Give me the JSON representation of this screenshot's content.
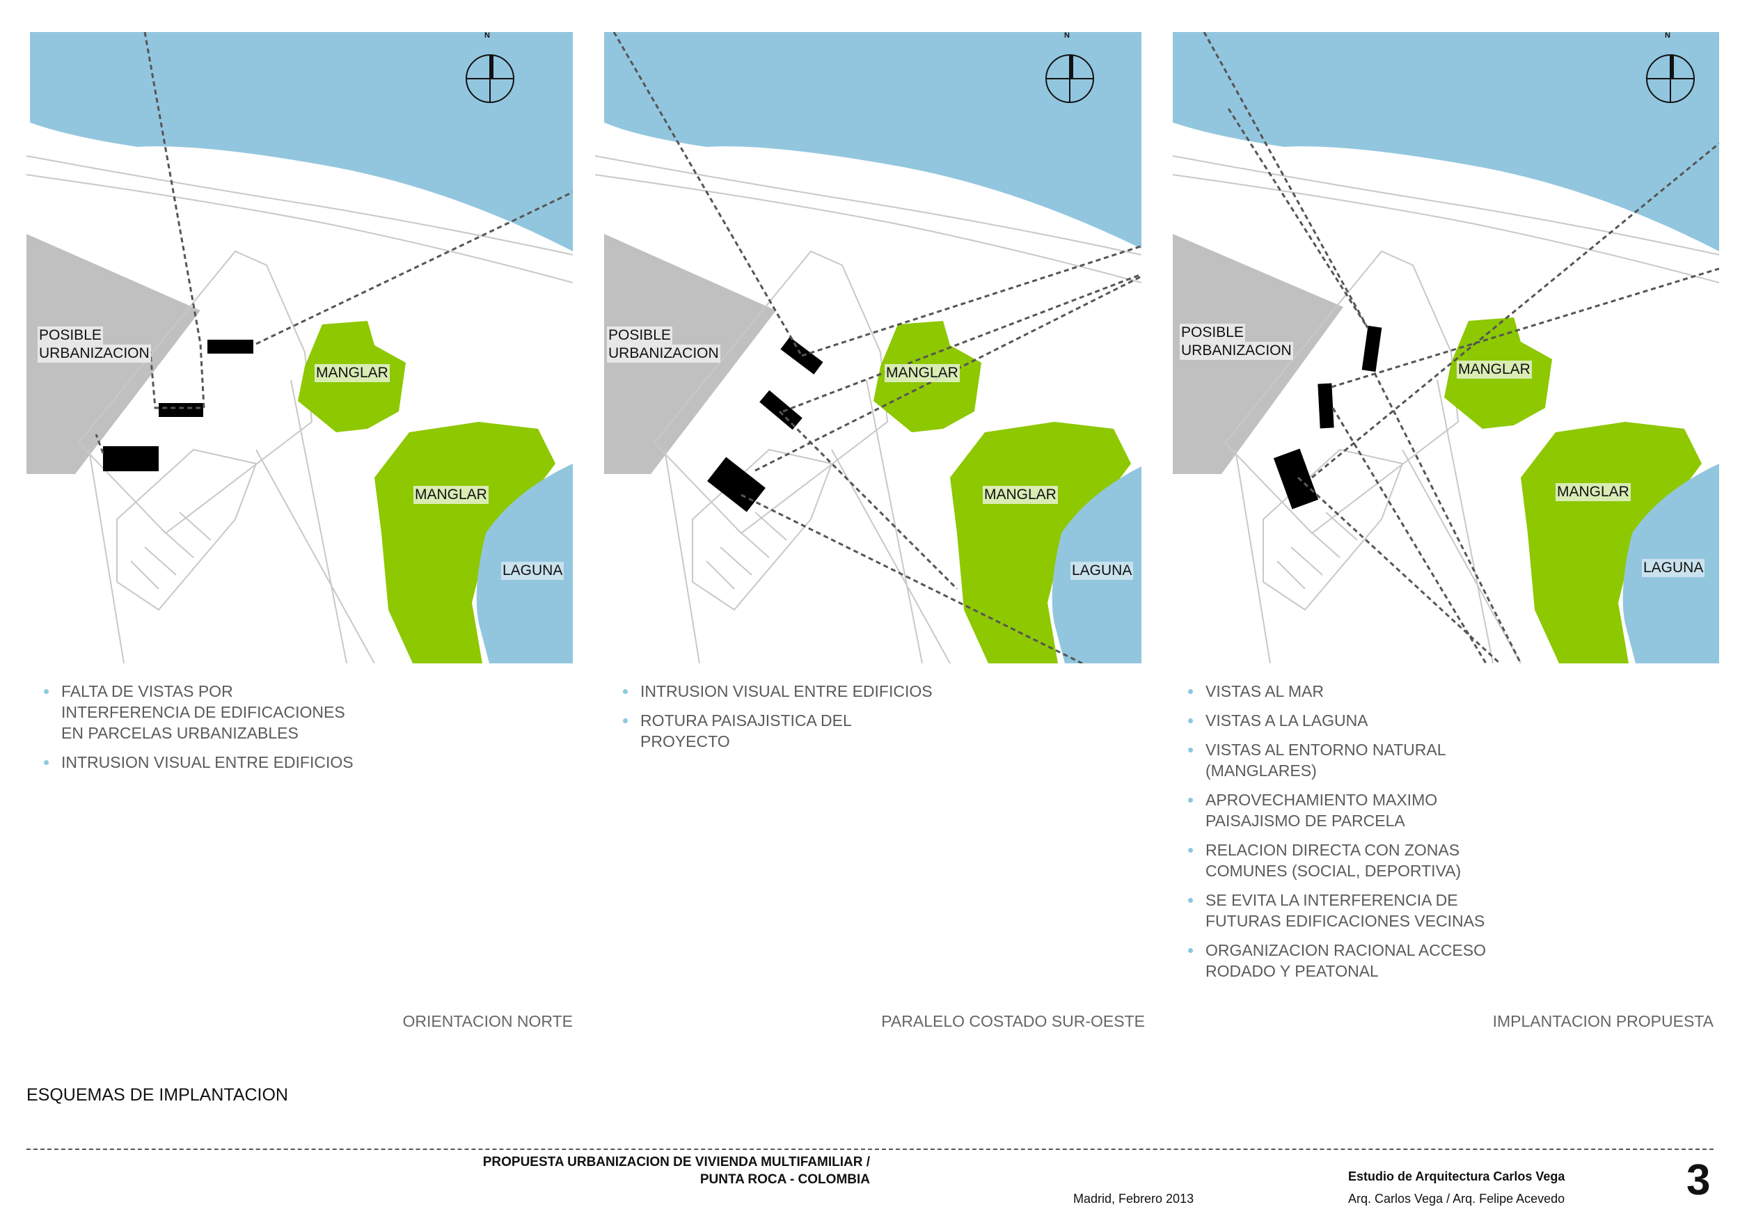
{
  "panels": [
    {
      "labels": {
        "posible": "POSIBLE",
        "urbanizacion": "URBANIZACION",
        "manglar_a": "MANGLAR",
        "manglar_b": "MANGLAR",
        "laguna": "LAGUNA",
        "north": "N"
      },
      "bullets": [
        "FALTA DE VISTAS POR INTERFERENCIA DE EDIFICACIONES EN PARCELAS URBANIZABLES",
        "INTRUSION VISUAL ENTRE EDIFICIOS"
      ],
      "caption": "ORIENTACION NORTE"
    },
    {
      "labels": {
        "posible": "POSIBLE",
        "urbanizacion": "URBANIZACION",
        "manglar_a": "MANGLAR",
        "manglar_b": "MANGLAR",
        "laguna": "LAGUNA",
        "north": "N"
      },
      "bullets": [
        "INTRUSION VISUAL ENTRE EDIFICIOS",
        "ROTURA PAISAJISTICA DEL PROYECTO"
      ],
      "caption": "PARALELO COSTADO SUR-OESTE"
    },
    {
      "labels": {
        "posible": "POSIBLE",
        "urbanizacion": "URBANIZACION",
        "manglar_a": "MANGLAR",
        "manglar_b": "MANGLAR",
        "laguna": "LAGUNA",
        "north": "N"
      },
      "bullets": [
        "VISTAS AL MAR",
        "VISTAS A LA LAGUNA",
        "VISTAS AL ENTORNO NATURAL (MANGLARES)",
        "APROVECHAMIENTO MAXIMO PAISAJISMO DE PARCELA",
        "RELACION DIRECTA CON ZONAS COMUNES (SOCIAL, DEPORTIVA)",
        "SE EVITA LA INTERFERENCIA DE FUTURAS EDIFICACIONES VECINAS",
        "ORGANIZACION RACIONAL ACCESO RODADO Y PEATONAL"
      ],
      "caption": "IMPLANTACION PROPUESTA"
    }
  ],
  "section_title": "ESQUEMAS DE IMPLANTACION",
  "footer": {
    "project_line1": "PROPUESTA URBANIZACION DE VIVIENDA MULTIFAMILIAR /",
    "project_line2": "PUNTA ROCA - COLOMBIA",
    "date": "Madrid, Febrero 2013",
    "studio": "Estudio de Arquitectura Carlos Vega",
    "authors": "Arq. Carlos Vega / Arq. Felipe Acevedo",
    "page_number": "3"
  },
  "colors": {
    "sea": "#92c6de",
    "mangrove": "#8dc800",
    "urban": "#c0c0c0",
    "building": "#000000"
  }
}
